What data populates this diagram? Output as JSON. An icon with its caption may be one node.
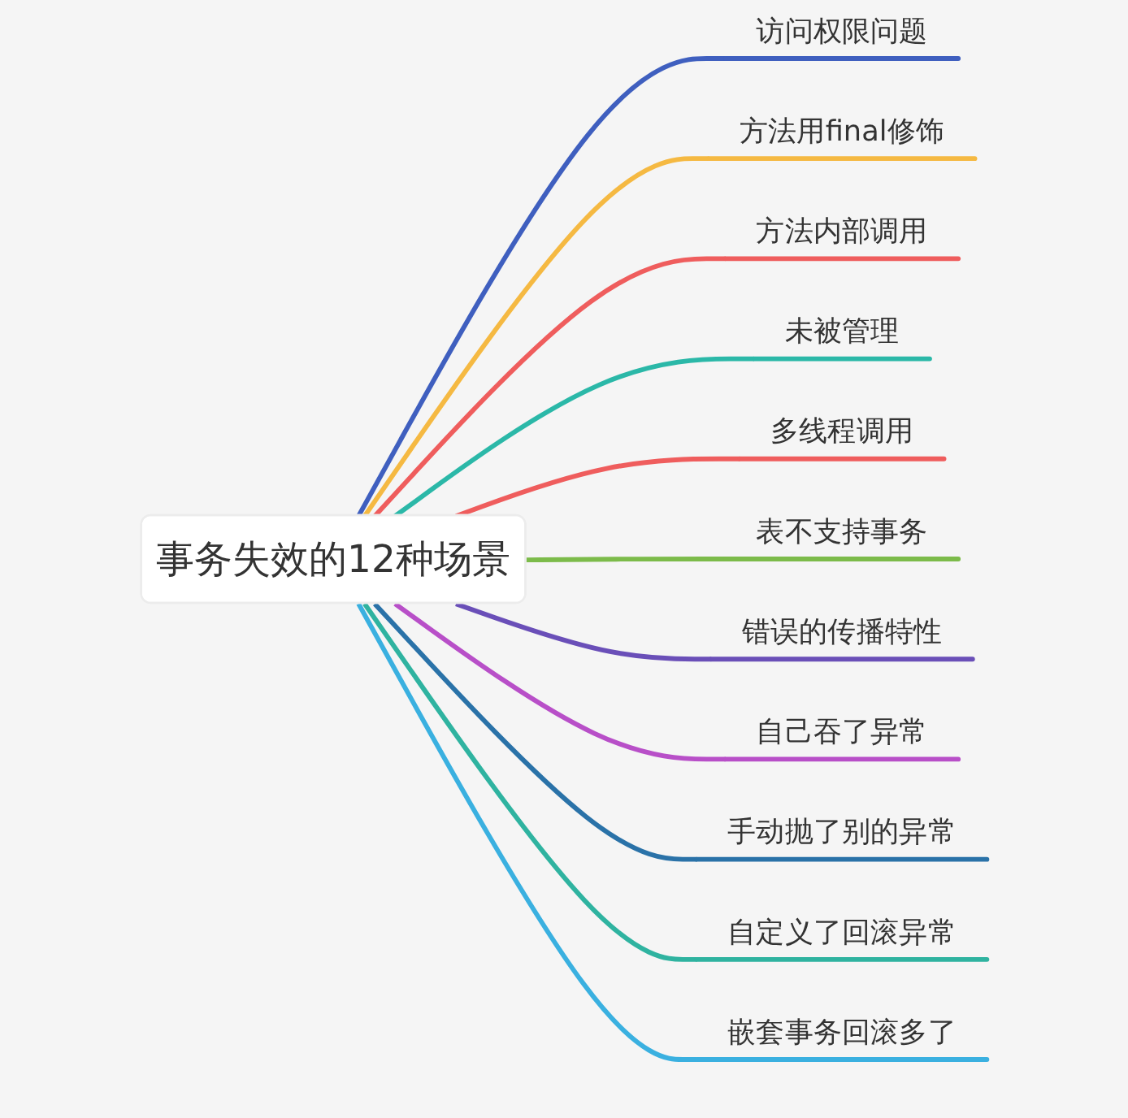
{
  "diagram": {
    "nodes": [
      {
        "text": [
          "事务失效的12种场景"
        ]
      },
      {
        "text": [
          "访问权限问题"
        ]
      },
      {
        "text": [
          "方法用final修饰"
        ]
      },
      {
        "text": [
          "方法内部调用"
        ]
      },
      {
        "text": [
          "未被管理"
        ]
      },
      {
        "text": [
          "多线程调用"
        ]
      },
      {
        "text": [
          "表不支持事务"
        ]
      },
      {
        "text": [
          "错误的传播特性"
        ]
      },
      {
        "text": [
          "自己吞了异常"
        ]
      },
      {
        "text": [
          "手动抛了别的异常"
        ]
      },
      {
        "text": [
          "自定义了回滚异常"
        ]
      },
      {
        "text": [
          "嵌套事务回滚多了"
        ]
      }
    ],
    "edges": [
      {
        "from": 0,
        "to": 1,
        "arrow": "none",
        "color": "#3f5fbf"
      },
      {
        "from": 0,
        "to": 2,
        "arrow": "none",
        "color": "#f5b942"
      },
      {
        "from": 0,
        "to": 3,
        "arrow": "none",
        "color": "#ef5d5d"
      },
      {
        "from": 0,
        "to": 4,
        "arrow": "none",
        "color": "#2bb8a8"
      },
      {
        "from": 0,
        "to": 5,
        "arrow": "none",
        "color": "#ef5d5d"
      },
      {
        "from": 0,
        "to": 6,
        "arrow": "none",
        "color": "#7cbb4a"
      },
      {
        "from": 0,
        "to": 7,
        "arrow": "none",
        "color": "#6a4fb8"
      },
      {
        "from": 0,
        "to": 8,
        "arrow": "none",
        "color": "#b84fc8"
      },
      {
        "from": 0,
        "to": 9,
        "arrow": "none",
        "color": "#2a72a8"
      },
      {
        "from": 0,
        "to": 10,
        "arrow": "none",
        "color": "#2fb3a0"
      },
      {
        "from": 0,
        "to": 11,
        "arrow": "none",
        "color": "#3ab0e0"
      }
    ]
  }
}
